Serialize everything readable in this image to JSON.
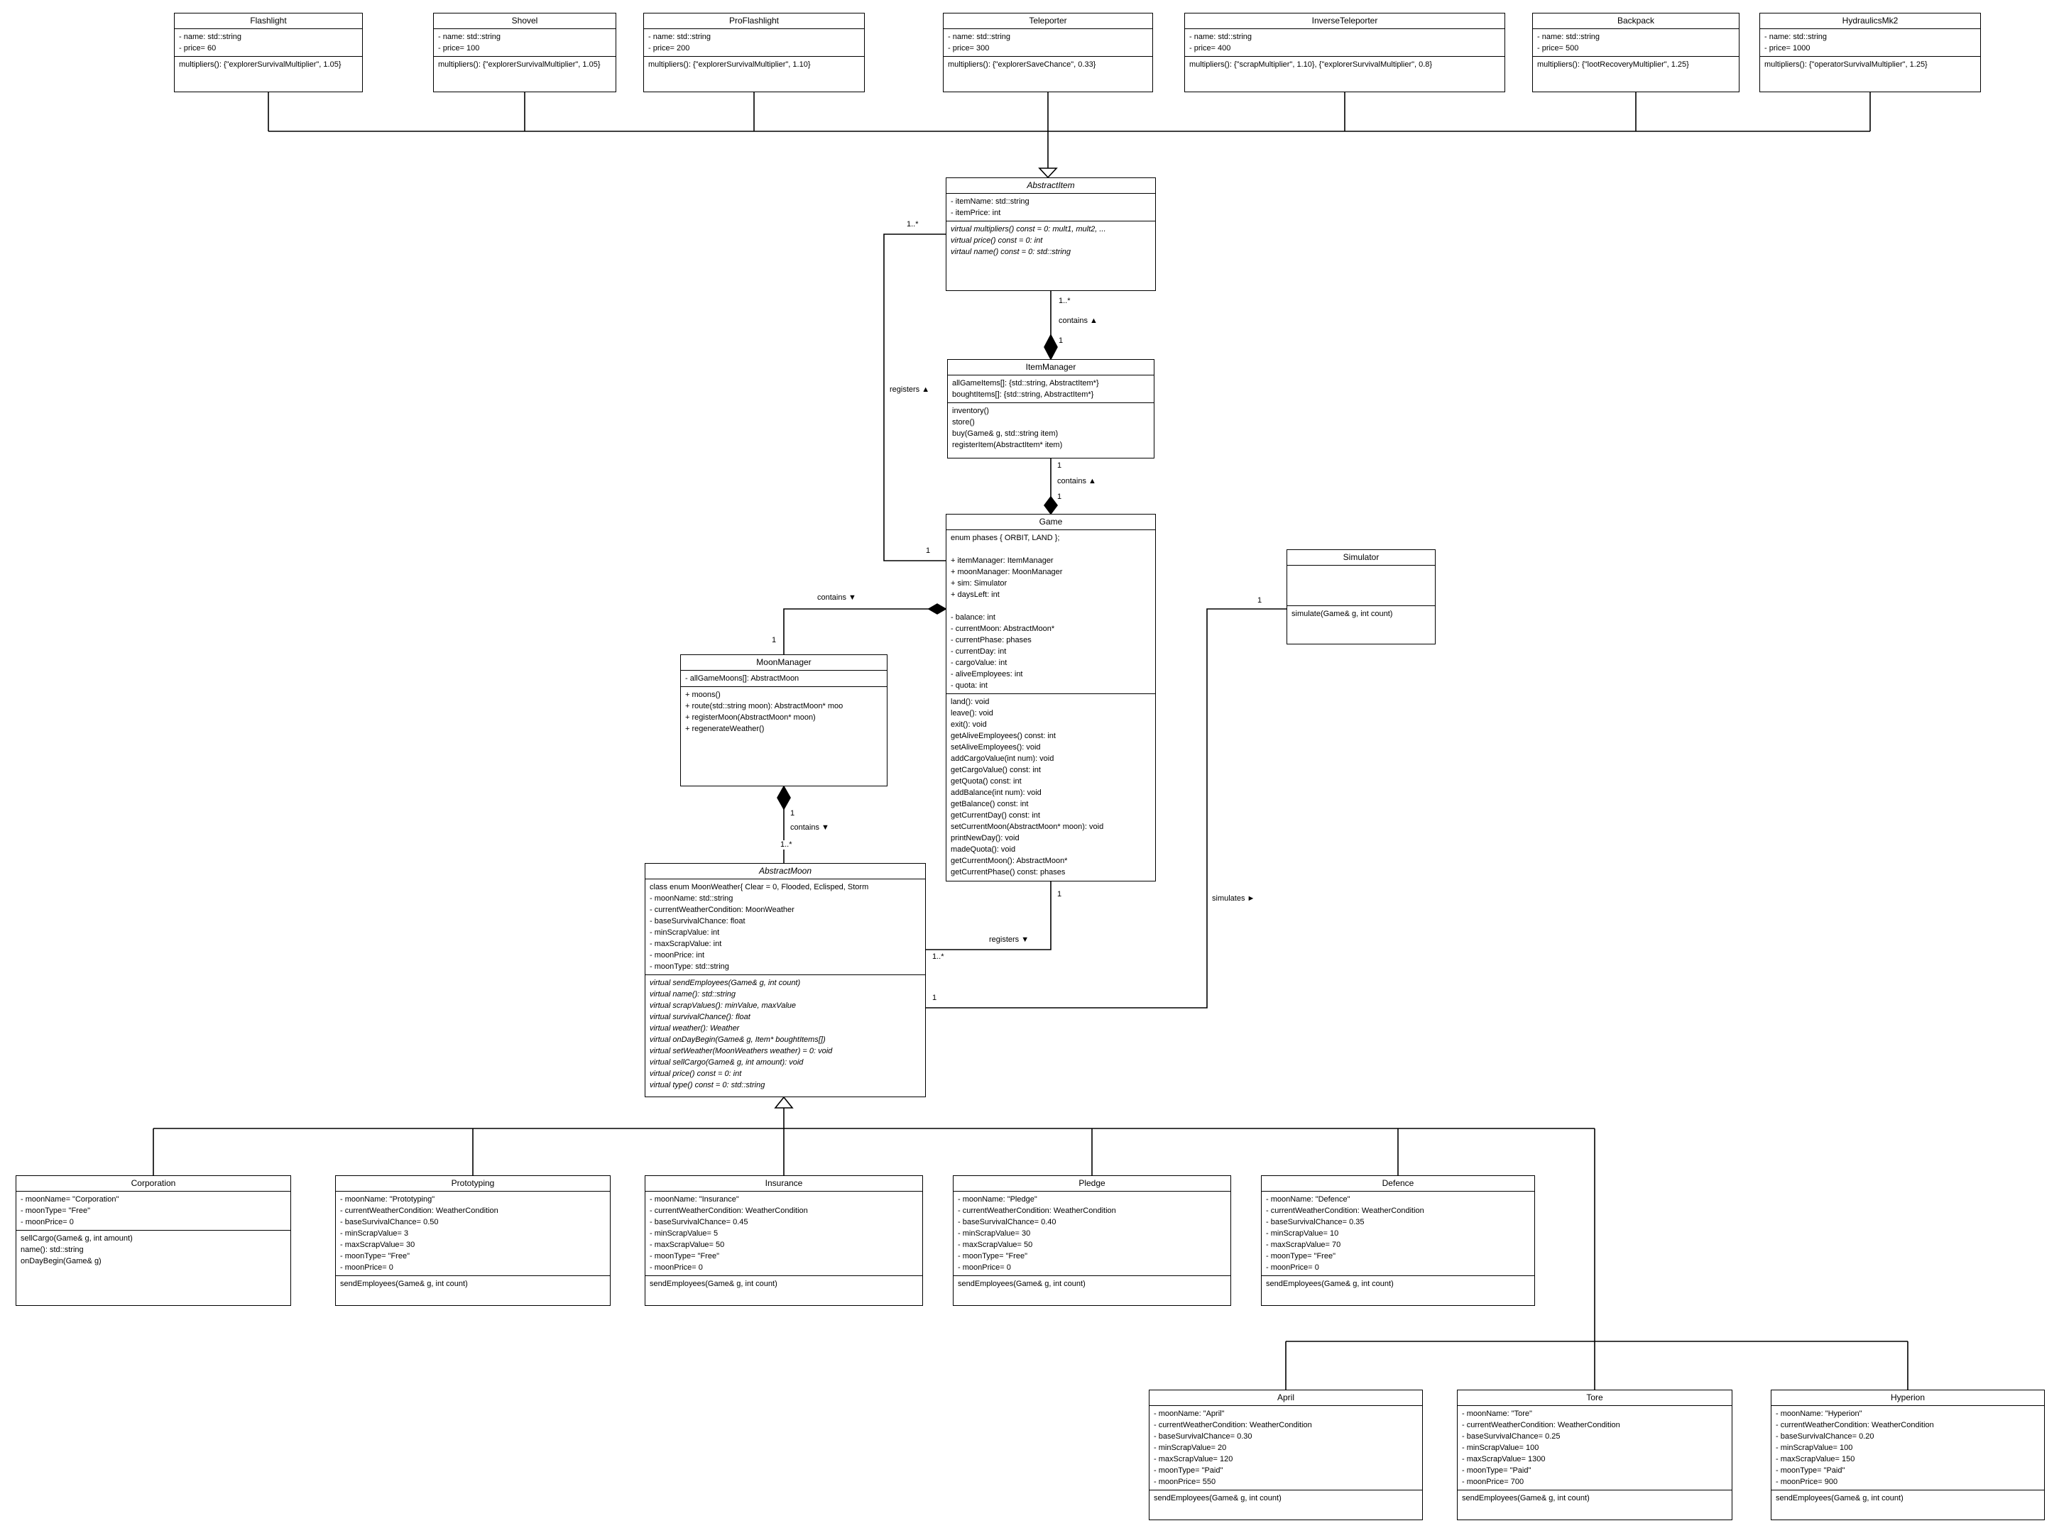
{
  "classes": {
    "flashlight": {
      "name": "Flashlight",
      "attributes": [
        "- name: std::string",
        "- price= 60"
      ],
      "methods": [
        "multipliers(): {\"explorerSurvivalMultiplier\", 1.05}"
      ]
    },
    "shovel": {
      "name": "Shovel",
      "attributes": [
        "- name: std::string",
        "- price= 100"
      ],
      "methods": [
        "multipliers(): {\"explorerSurvivalMultiplier\", 1.05}"
      ]
    },
    "proflashlight": {
      "name": "ProFlashlight",
      "attributes": [
        "- name: std::string",
        "- price= 200"
      ],
      "methods": [
        "multipliers(): {\"explorerSurvivalMultiplier\", 1.10}"
      ]
    },
    "teleporter": {
      "name": "Teleporter",
      "attributes": [
        "- name: std::string",
        "- price= 300"
      ],
      "methods": [
        "multipliers(): {\"explorerSaveChance\", 0.33}"
      ]
    },
    "inverseteleporter": {
      "name": "InverseTeleporter",
      "attributes": [
        "- name: std::string",
        "- price= 400"
      ],
      "methods": [
        "multipliers(): {\"scrapMultiplier\", 1.10}, {\"explorerSurvivalMultiplier\", 0.8}"
      ]
    },
    "backpack": {
      "name": "Backpack",
      "attributes": [
        "- name: std::string",
        "- price= 500"
      ],
      "methods": [
        "multipliers(): {\"lootRecoveryMultiplier\", 1.25}"
      ]
    },
    "hydraulicsmk2": {
      "name": "HydraulicsMk2",
      "attributes": [
        "- name: std::string",
        "- price= 1000"
      ],
      "methods": [
        "multipliers(): {\"operatorSurvivalMultiplier\", 1.25}"
      ]
    },
    "abstractitem": {
      "name": "AbstractItem",
      "abstract": true,
      "attributes": [
        "- itemName: std::string",
        "- itemPrice: int"
      ],
      "methods": [
        "virtual multipliers() const = 0: mult1, mult2, ...",
        "virtual price() const = 0: int",
        "virtaul name() const = 0: std::string"
      ]
    },
    "itemmanager": {
      "name": "ItemManager",
      "attributes": [
        "allGameItems[]: {std::string, AbstractItem*}",
        "boughtItems[]: {std::string, AbstractItem*}"
      ],
      "methods": [
        "inventory()",
        "store()",
        "buy(Game& g, std::string item)",
        "registerItem(AbstractItem* item)"
      ]
    },
    "game": {
      "name": "Game",
      "attributes": [
        "enum phases { ORBIT, LAND };",
        "",
        "+ itemManager: ItemManager",
        "+ moonManager: MoonManager",
        "+ sim: Simulator",
        "+ daysLeft: int",
        "",
        "- balance: int",
        "- currentMoon: AbstractMoon*",
        "- currentPhase: phases",
        "- currentDay: int",
        "- cargoValue: int",
        "- aliveEmployees: int",
        "- quota: int"
      ],
      "methods": [
        "land(): void",
        "leave(): void",
        "exit(): void",
        "getAliveEmployees() const: int",
        "setAliveEmployees(): void",
        "addCargoValue(int num): void",
        "getCargoValue() const: int",
        "getQuota() const: int",
        "addBalance(int num): void",
        "getBalance() const: int",
        "getCurrentDay() const: int",
        "setCurrentMoon(AbstractMoon* moon): void",
        "printNewDay(): void",
        "madeQuota(): void",
        "getCurrentMoon(): AbstractMoon*",
        "getCurrentPhase() const: phases"
      ]
    },
    "moonmanager": {
      "name": "MoonManager",
      "attributes": [
        "- allGameMoons[]: AbstractMoon"
      ],
      "methods": [
        "+ moons()",
        "+ route(std::string moon): AbstractMoon* moo",
        "+ registerMoon(AbstractMoon* moon)",
        "+ regenerateWeather()"
      ]
    },
    "simulator": {
      "name": "Simulator",
      "attributes": [],
      "methods": [
        "simulate(Game& g, int count)"
      ]
    },
    "abstractmoon": {
      "name": "AbstractMoon",
      "abstract": true,
      "attributes": [
        "class enum MoonWeather{ Clear = 0, Flooded, Eclisped, Storm",
        "- moonName: std::string",
        "- currentWeatherCondition: MoonWeather",
        "- baseSurvivalChance: float",
        "- minScrapValue: int",
        "- maxScrapValue: int",
        "- moonPrice: int",
        "- moonType: std::string"
      ],
      "methods": [
        "virtual sendEmployees(Game& g, int count)",
        "virtual name(): std::string",
        "virtual scrapValues(): minValue, maxValue",
        "virtual survivalChance(): float",
        "virtual weather(): Weather",
        "virtual onDayBegin(Game& g, Item* boughtItems[])",
        "virtual setWeather(MoonWeathers weather) = 0: void",
        "virtual sellCargo(Game& g, int amount): void",
        "virtual price() const = 0: int",
        "virtual type() const = 0: std::string"
      ]
    },
    "corporation": {
      "name": "Corporation",
      "attributes": [
        "- moonName= \"Corporation\"",
        "- moonType= \"Free\"",
        "- moonPrice= 0"
      ],
      "methods": [
        "sellCargo(Game& g, int amount)",
        "name(): std::string",
        "onDayBegin(Game& g)"
      ]
    },
    "prototyping": {
      "name": "Prototyping",
      "attributes": [
        "- moonName: \"Prototyping\"",
        "- currentWeatherCondition: WeatherCondition",
        "- baseSurvivalChance= 0.50",
        "- minScrapValue= 3",
        "- maxScrapValue= 30",
        "- moonType= \"Free\"",
        "- moonPrice= 0"
      ],
      "methods": [
        "sendEmployees(Game& g, int count)"
      ]
    },
    "insurance": {
      "name": "Insurance",
      "attributes": [
        "- moonName: \"Insurance\"",
        "- currentWeatherCondition: WeatherCondition",
        "- baseSurvivalChance= 0.45",
        "- minScrapValue= 5",
        "- maxScrapValue= 50",
        "- moonType= \"Free\"",
        "- moonPrice= 0"
      ],
      "methods": [
        "sendEmployees(Game& g, int count)"
      ]
    },
    "pledge": {
      "name": "Pledge",
      "attributes": [
        "- moonName: \"Pledge\"",
        "- currentWeatherCondition: WeatherCondition",
        "- baseSurvivalChance= 0.40",
        "- minScrapValue= 30",
        "- maxScrapValue= 50",
        "- moonType= \"Free\"",
        "- moonPrice= 0"
      ],
      "methods": [
        "sendEmployees(Game& g, int count)"
      ]
    },
    "defence": {
      "name": "Defence",
      "attributes": [
        "- moonName: \"Defence\"",
        "- currentWeatherCondition: WeatherCondition",
        "- baseSurvivalChance= 0.35",
        "- minScrapValue= 10",
        "- maxScrapValue= 70",
        "- moonType= \"Free\"",
        "- moonPrice= 0"
      ],
      "methods": [
        "sendEmployees(Game& g, int count)"
      ]
    },
    "april": {
      "name": "April",
      "attributes": [
        "- moonName: \"April\"",
        "- currentWeatherCondition: WeatherCondition",
        "- baseSurvivalChance= 0.30",
        "- minScrapValue= 20",
        "- maxScrapValue= 120",
        "- moonType= \"Paid\"",
        "- moonPrice= 550"
      ],
      "methods": [
        "sendEmployees(Game& g, int count)"
      ]
    },
    "tore": {
      "name": "Tore",
      "attributes": [
        "- moonName: \"Tore\"",
        "- currentWeatherCondition: WeatherCondition",
        "- baseSurvivalChance= 0.25",
        "- minScrapValue= 100",
        "- maxScrapValue= 1300",
        "- moonType= \"Paid\"",
        "- moonPrice= 700"
      ],
      "methods": [
        "sendEmployees(Game& g, int count)"
      ]
    },
    "hyperion": {
      "name": "Hyperion",
      "attributes": [
        "- moonName: \"Hyperion\"",
        "- currentWeatherCondition: WeatherCondition",
        "- baseSurvivalChance= 0.20",
        "- minScrapValue= 100",
        "- maxScrapValue= 150",
        "- moonType= \"Paid\"",
        "- moonPrice= 900"
      ],
      "methods": [
        "sendEmployees(Game& g, int count)"
      ]
    }
  },
  "labels": [
    "1..*",
    "contains ▲",
    "1",
    "1",
    "contains ▲",
    "1",
    "1..*",
    "registers ▲",
    "1",
    "contains ▼",
    "1",
    "1",
    "contains ▼",
    "1..*",
    "1",
    "registers ▼",
    "1..*",
    "1",
    "simulates ►",
    "1"
  ],
  "colors": {
    "line": "#000000",
    "box_fill": "#ffffff"
  }
}
